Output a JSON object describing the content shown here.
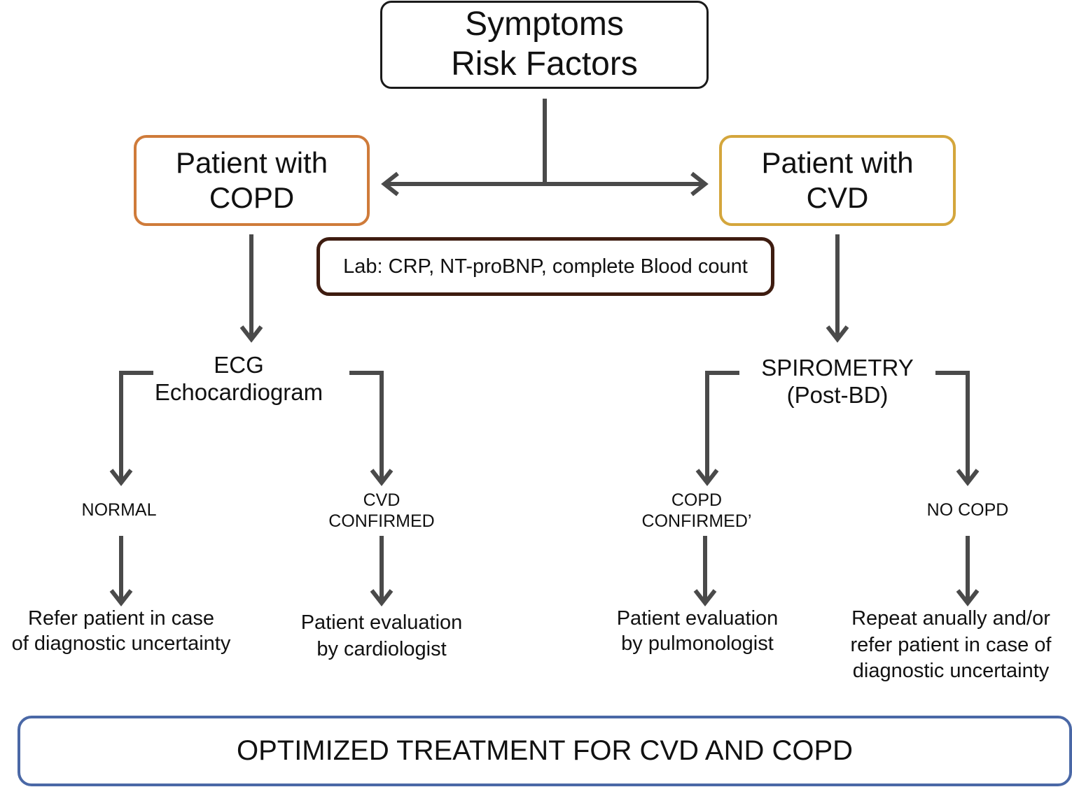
{
  "top": {
    "line1": "Symptoms",
    "line2": "Risk Factors"
  },
  "left_branch": {
    "title_line1": "Patient with",
    "title_line2": "COPD",
    "test_line1": "ECG",
    "test_line2": "Echocardiogram",
    "outcome_normal": "NORMAL",
    "outcome_confirmed_line1": "CVD",
    "outcome_confirmed_line2": "CONFIRMED",
    "action_normal_line1": "Refer patient in case",
    "action_normal_line2": "of diagnostic uncertainty",
    "action_confirmed_line1": "Patient evaluation",
    "action_confirmed_line2": "by cardiologist"
  },
  "right_branch": {
    "title_line1": "Patient with",
    "title_line2": "CVD",
    "test_line1": "SPIROMETRY",
    "test_line2": "(Post-BD)",
    "outcome_confirmed_line1": "COPD",
    "outcome_confirmed_line2": "CONFIRMED’",
    "outcome_negative": "NO COPD",
    "action_confirmed_line1": "Patient evaluation",
    "action_confirmed_line2": "by pulmonologist",
    "action_negative_line1": "Repeat anually and/or",
    "action_negative_line2": "refer patient in case of",
    "action_negative_line3": "diagnostic uncertainty"
  },
  "lab": {
    "text": "Lab: CRP, NT-proBNP, complete Blood count"
  },
  "final": {
    "text": "OPTIMIZED TREATMENT FOR CVD AND COPD"
  },
  "colors": {
    "connector": "#4a4a4a",
    "copd_border": "#cf7b3a",
    "cvd_border": "#d4a63c",
    "lab_border": "#3e1c10",
    "final_border": "#4a68a6",
    "top_border": "#1a1a1a"
  }
}
